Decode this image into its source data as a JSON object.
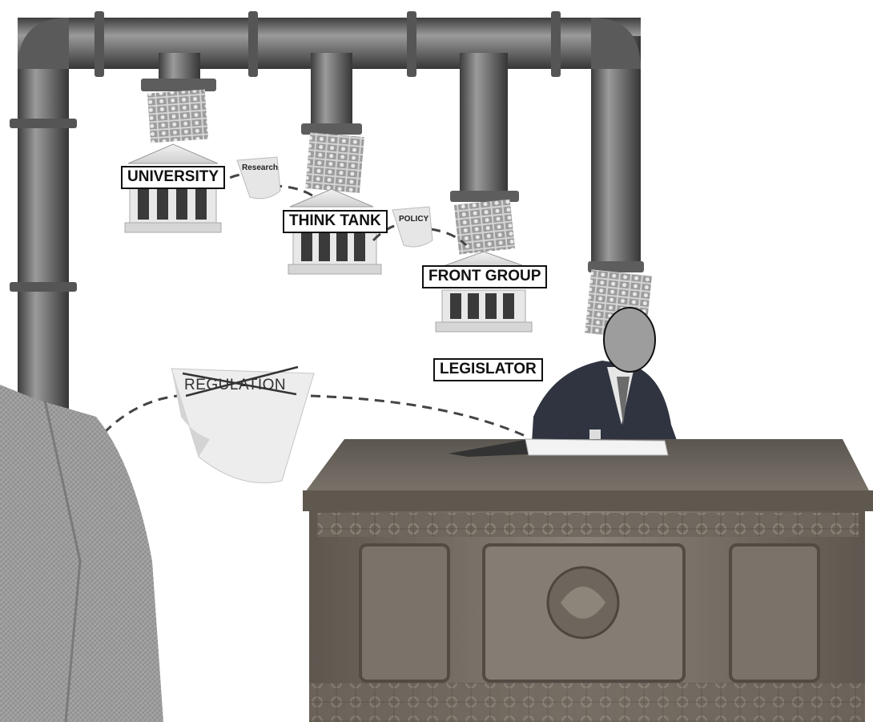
{
  "labels": {
    "university": "UNIVERSITY",
    "think_tank": "THINK TANK",
    "front_group": "FRONT GROUP",
    "legislator": "LEGISLATOR"
  },
  "notes": {
    "research": "Research",
    "policy": "POLICY",
    "regulation": "REGULATION"
  },
  "icons": {
    "pipe": "pipe-icon",
    "money": "money-stack-icon",
    "building": "institution-building-icon",
    "desk": "desk-icon",
    "person": "person-icon",
    "document": "document-icon"
  },
  "colors": {
    "pipe_dark": "#4a4a4a",
    "pipe_light": "#9a9a9a",
    "desk": "#6e665c",
    "money": "#b9b9b9",
    "suit": "#2f3440"
  }
}
